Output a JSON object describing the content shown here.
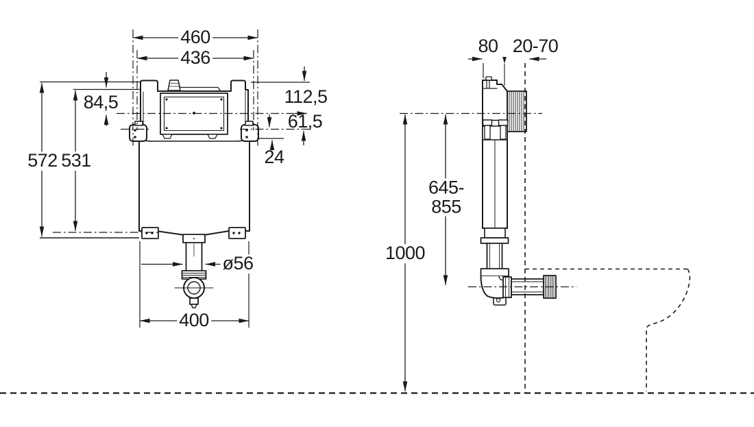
{
  "front_view": {
    "outer_width": "460",
    "inner_width": "436",
    "top_to_center": "112,5",
    "center_to_bracket": "61,5",
    "bracket_offset": "24",
    "top_edge_to_center": "84,5",
    "overall_height": "572",
    "inner_height": "531",
    "outlet_diameter": "ø56",
    "base_width": "400"
  },
  "side_view": {
    "depth": "80",
    "wall_clearance": "20-70",
    "flush_bend_height_line1": "645-",
    "flush_bend_height_line2": "855",
    "center_height": "1000"
  },
  "colors": {
    "line": "#1a1a1a",
    "background": "#ffffff"
  }
}
